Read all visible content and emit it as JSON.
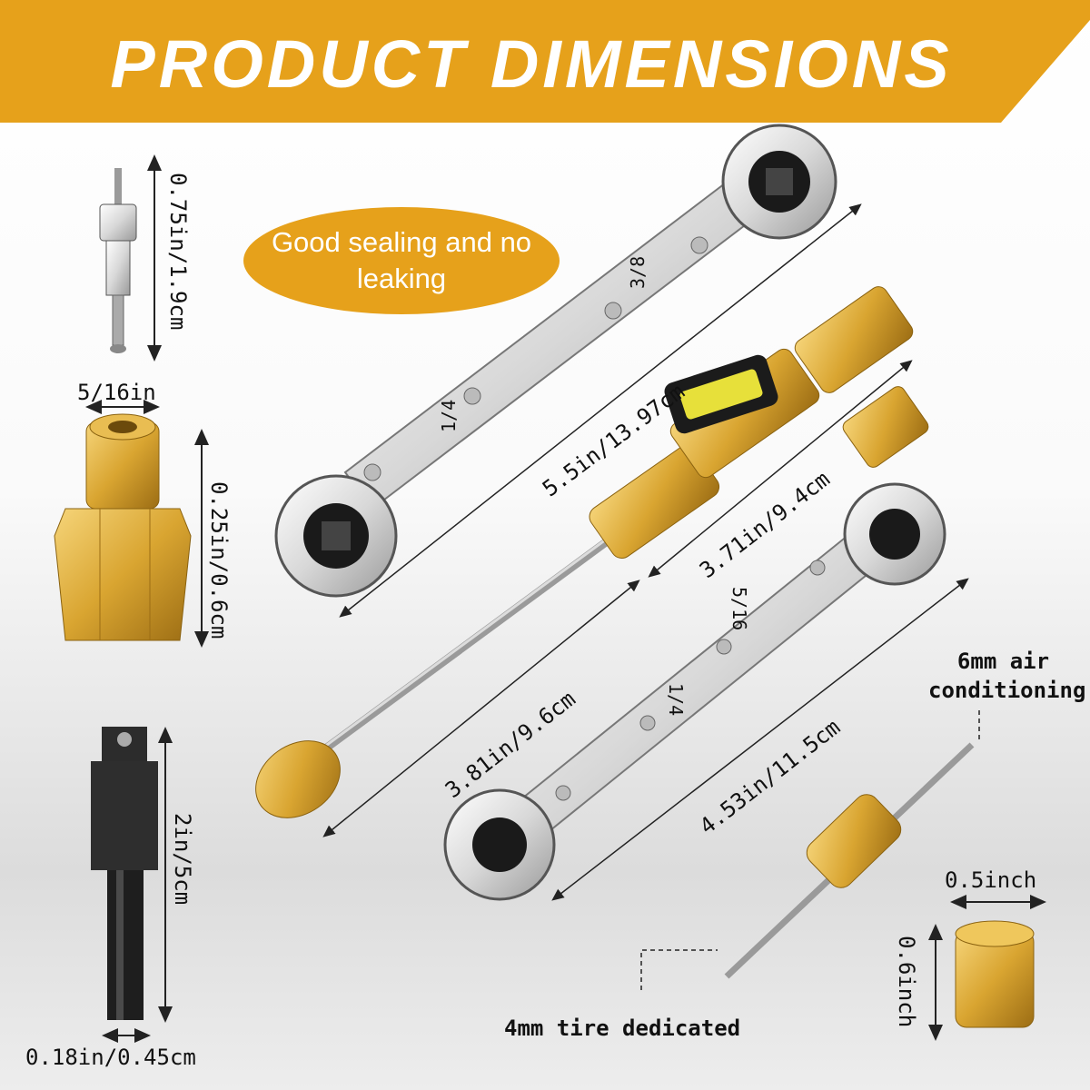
{
  "header": {
    "title": "PRODUCT DIMENSIONS",
    "accent_color": "#e6a11b"
  },
  "badge": {
    "text": "Good sealing and no leaking"
  },
  "labels": {
    "valve_core": "0.75in/1.9cm",
    "adapter_width": "5/16in",
    "adapter_height": "0.25in/0.6cm",
    "socket_adapter_length": "2in/5cm",
    "socket_adapter_hex": "0.18in/0.45cm",
    "large_wrench": "5.5in/13.97cm",
    "valve_tool_body": "3.71in/9.4cm",
    "valve_tool_rod": "3.81in/9.6cm",
    "small_wrench": "4.53in/11.5cm",
    "air_conditioning": "6mm air conditioning",
    "tire": "4mm tire dedicated",
    "cap_width": "0.5inch",
    "cap_height": "0.6inch"
  },
  "wrench_marks": {
    "large_top": "3/8",
    "large_bottom": "1/4",
    "small_top": "5/16",
    "small_bottom": "1/4"
  },
  "icons": [
    "valve-core-icon",
    "brass-adapter-icon",
    "socket-adapter-icon",
    "ratchet-wrench-icon",
    "valve-core-remover-icon",
    "dual-end-core-tool-icon",
    "brass-cap-icon"
  ]
}
